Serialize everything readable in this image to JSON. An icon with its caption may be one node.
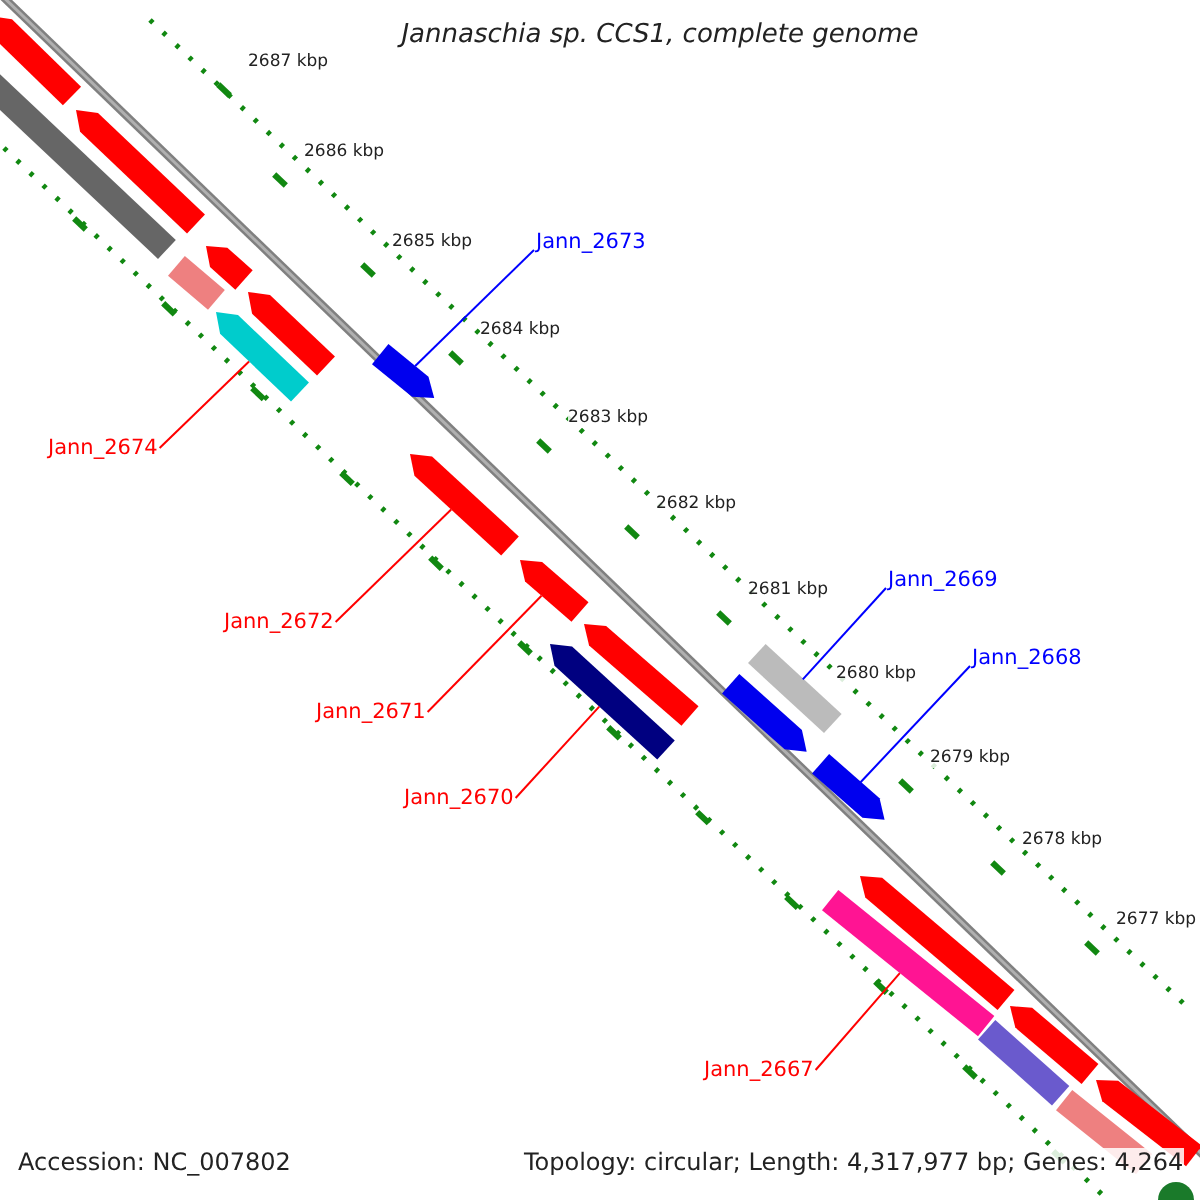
{
  "diagram": {
    "title": "Jannaschia sp. CCS1, complete genome",
    "nodes": [
      {
        "text": [
          "Jann_2674"
        ]
      },
      {
        "text": [],
        "shape": "arrow"
      },
      {
        "text": [
          "Jann_2673"
        ]
      },
      {
        "text": [],
        "shape": "arrow"
      },
      {
        "text": [
          "Jann_2672"
        ]
      },
      {
        "text": [],
        "shape": "arrow"
      },
      {
        "text": [
          "Jann_2671"
        ]
      },
      {
        "text": [],
        "shape": "arrow"
      },
      {
        "text": [
          "Jann_2670"
        ]
      },
      {
        "text": [],
        "shape": "arrow"
      },
      {
        "text": [
          "Jann_2669"
        ]
      },
      {
        "text": [],
        "shape": "bar"
      },
      {
        "text": [
          "Jann_2668"
        ]
      },
      {
        "text": [],
        "shape": "arrow"
      },
      {
        "text": [
          "Jann_2667"
        ]
      },
      {
        "text": [],
        "shape": "bar"
      },
      {
        "text": [],
        "shape": "arrow"
      },
      {
        "text": [],
        "shape": "arrow"
      },
      {
        "text": [],
        "shape": "arrow"
      },
      {
        "text": [],
        "shape": "arrow"
      },
      {
        "text": [],
        "shape": "bar"
      },
      {
        "text": [],
        "shape": "bar"
      },
      {
        "text": [],
        "shape": "arrow"
      },
      {
        "text": [],
        "shape": "arrow"
      },
      {
        "text": [],
        "shape": "arrow"
      },
      {
        "text": [],
        "shape": "arrow"
      },
      {
        "text": [],
        "shape": "arrow"
      },
      {
        "text": [],
        "shape": "bar"
      },
      {
        "text": [],
        "shape": "bar"
      }
    ],
    "edges": [
      {
        "from": 0,
        "to": 1,
        "arrow": "none"
      },
      {
        "from": 2,
        "to": 3,
        "arrow": "none",
        "color": "#0000ff"
      },
      {
        "from": 4,
        "to": 5,
        "arrow": "none"
      },
      {
        "from": 6,
        "to": 7,
        "arrow": "none"
      },
      {
        "from": 8,
        "to": 9,
        "arrow": "none"
      },
      {
        "from": 10,
        "to": 11,
        "arrow": "none",
        "color": "#0000ff"
      },
      {
        "from": 12,
        "to": 13,
        "arrow": "none",
        "color": "#0000ff"
      },
      {
        "from": 14,
        "to": 15,
        "arrow": "none"
      }
    ],
    "labels": [
      "2687 kbp",
      "2686 kbp",
      "2685 kbp",
      "2684 kbp",
      "2683 kbp",
      "2682 kbp",
      "2681 kbp",
      "2680 kbp",
      "2679 kbp",
      "2678 kbp",
      "2677 kbp",
      "Accession: NC_007802",
      "Topology: circular; Length: 4,317,977 bp; Genes: 4,264"
    ]
  }
}
